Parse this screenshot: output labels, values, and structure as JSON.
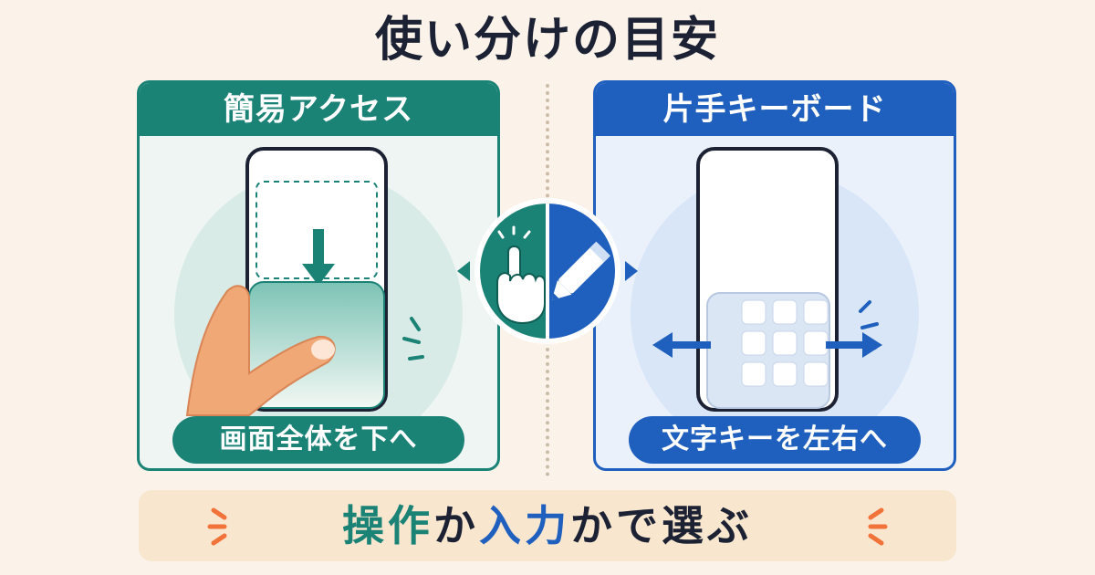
{
  "title": "使い分けの目安",
  "left_panel": {
    "header": "簡易アクセス",
    "caption": "画面全体を下へ",
    "color": "#1b8376",
    "icon": "hand-tap-icon"
  },
  "right_panel": {
    "header": "片手キーボード",
    "caption": "文字キーを左右へ",
    "color": "#1f5fbd",
    "icon": "pencil-icon"
  },
  "bottom": {
    "word1": "操作",
    "connector1": "か",
    "word2": "入力",
    "rest": "かで選ぶ",
    "accent_color": "#f2733a"
  }
}
